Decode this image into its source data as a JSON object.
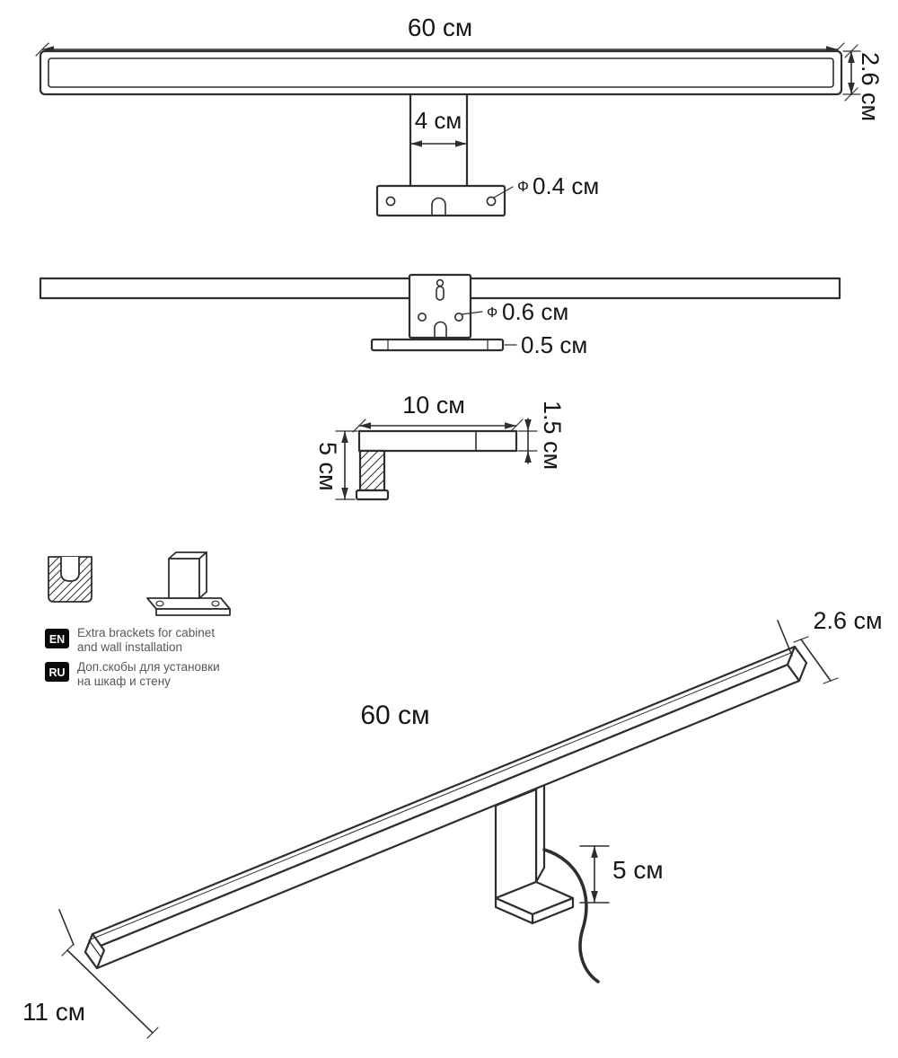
{
  "front_view": {
    "length": "60 см",
    "height": "2.6 см",
    "stem_width": "4 см",
    "dia_symbol": "Ф",
    "hole_dia": "0.4 см"
  },
  "top_view": {
    "dia_symbol": "Ф",
    "hole_dia": "0.6 см",
    "plate_thickness": "0.5 см"
  },
  "side_view": {
    "arm_length": "10 см",
    "bar_height": "1.5 см",
    "bracket_drop": "5 см"
  },
  "notes": {
    "en": {
      "badge": "EN",
      "line1": "Extra brackets for cabinet",
      "line2": "and wall installation"
    },
    "ru": {
      "badge": "RU",
      "line1": "Доп.скобы для установки",
      "line2": "на шкаф и стену"
    }
  },
  "perspective": {
    "length": "60 см",
    "width": "2.6 см",
    "bracket_drop": "5 см",
    "depth": "11 см"
  },
  "colors": {
    "line": "#2e2e2e",
    "text": "#161616",
    "note_text": "#575757",
    "badge_bg": "#0a0a0a",
    "badge_text": "#ffffff"
  }
}
